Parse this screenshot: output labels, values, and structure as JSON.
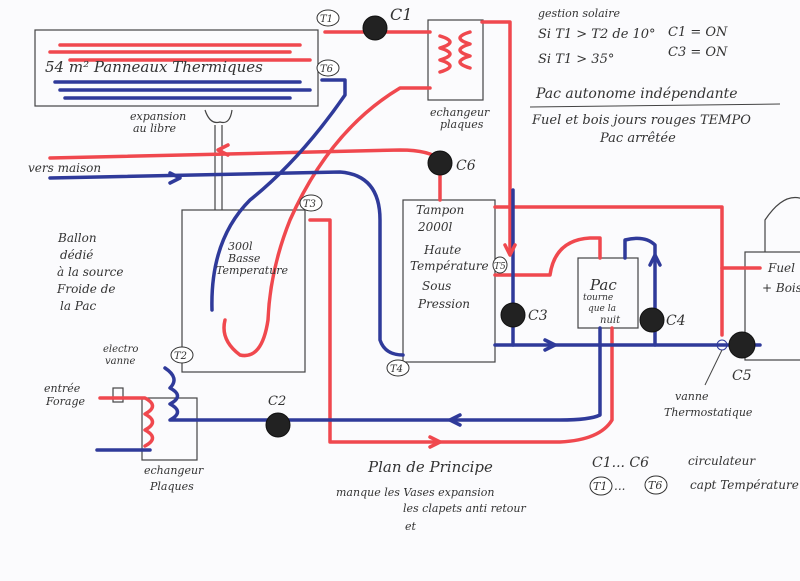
{
  "title": "Plan de Principe",
  "notes": {
    "missing_line1": "manque les Vases expansion",
    "missing_line2": "les clapets anti retour",
    "missing_line3": "et"
  },
  "legend": {
    "circulators": "C1... C6",
    "circulators_desc": "circulateur",
    "sensors_first": "T1",
    "sensors_dots": "...",
    "sensors_last": "T6",
    "sensors_desc": "capt Température"
  },
  "solar_management": {
    "heading": "gestion solaire",
    "rule1_cond": "Si T1 > T2 de 10°",
    "rule1_action": "C1 = ON",
    "rule2_cond": "Si T1 > 35°",
    "rule2_action": "C3 = ON"
  },
  "pac_notes": {
    "line1": "Pac autonome indépendante",
    "line2": "Fuel et bois jours rouges TEMPO",
    "line3": "Pac arrêtée"
  },
  "components": {
    "solar_panels": "54 m² Panneaux Thermiques",
    "expansion_line1": "expansion",
    "expansion_line2": "au libre",
    "exchanger_top_line1": "echangeur",
    "exchanger_top_line2": "plaques",
    "house": "vers maison",
    "tank_low": [
      "300l",
      "Basse",
      "Temperature"
    ],
    "tank_high": [
      "Tampon",
      "2000l",
      "Haute",
      "Température",
      "Sous",
      "Pression"
    ],
    "pac": [
      "Pac",
      "tourne",
      "que la",
      "nuit"
    ],
    "boiler": [
      "Fuel",
      "+ Bois"
    ],
    "balloon_note": [
      "Ballon",
      "dédié",
      "à la source",
      "Froide de",
      "la Pac"
    ],
    "electrovalve": [
      "electro",
      "vanne"
    ],
    "well_inlet": [
      "entrée",
      "Forage"
    ],
    "exchanger_bottom_line1": "echangeur",
    "exchanger_bottom_line2": "Plaques",
    "thermostatic_valve": [
      "vanne",
      "Thermostatique"
    ]
  },
  "pumps": [
    "C1",
    "C2",
    "C3",
    "C4",
    "C5",
    "C6"
  ],
  "sensors": [
    "T1",
    "T2",
    "T3",
    "T4",
    "T5",
    "T6"
  ],
  "colors": {
    "hot": "#f0484e",
    "cold": "#2f3a9a",
    "pump": "#222222"
  }
}
